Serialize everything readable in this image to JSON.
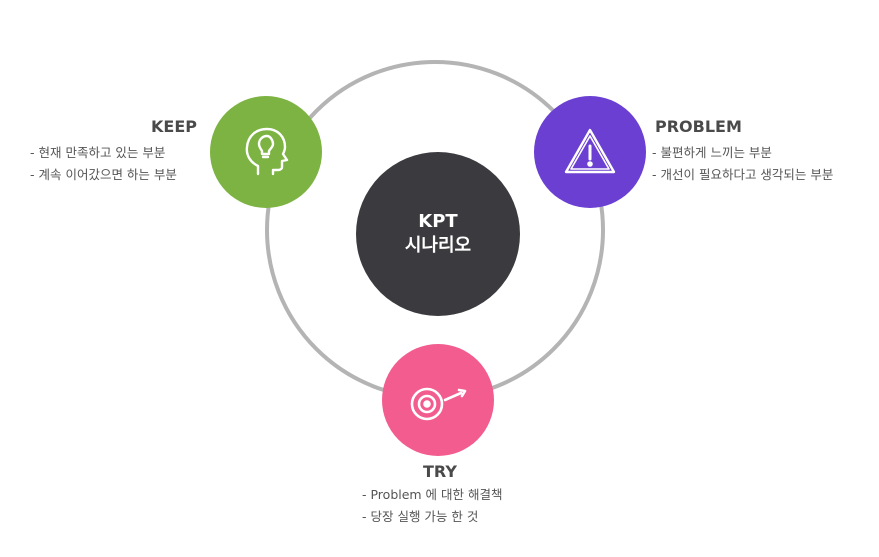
{
  "center": {
    "line1": "KPT",
    "line2": "시나리오"
  },
  "keep": {
    "title": "KEEP",
    "items": [
      "- 현재 만족하고 있는 부분",
      "- 계속 이어갔으면 하는 부분"
    ],
    "color": "#7cb342",
    "icon": "head-lightbulb-icon"
  },
  "problem": {
    "title": "PROBLEM",
    "items": [
      "- 불편하게 느끼는 부분",
      "- 개선이 필요하다고 생각되는 부분"
    ],
    "color": "#6a3fd1",
    "icon": "warning-triangle-icon"
  },
  "try": {
    "title": "TRY",
    "items": [
      "- Problem 에 대한 해결책",
      "- 당장 실행 가능 한 것"
    ],
    "color": "#f25c8e",
    "icon": "target-dart-icon"
  },
  "colors": {
    "ring": "#b4b4b4",
    "center": "#3a3a3f"
  }
}
